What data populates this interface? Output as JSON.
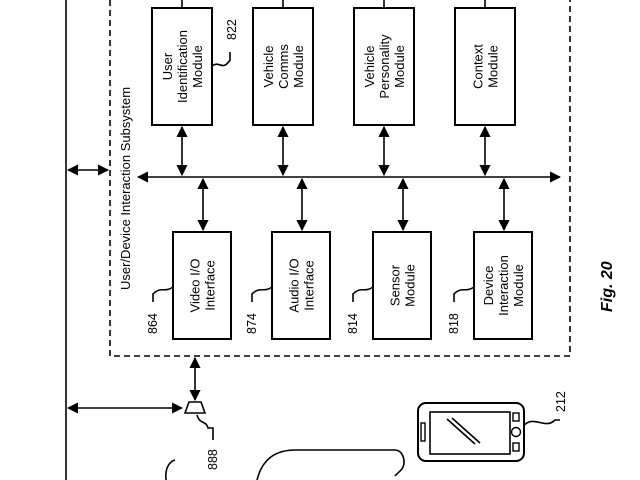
{
  "figure_label": "Fig. 20",
  "subsystem": {
    "title": "User/Device Interaction Subsystem"
  },
  "top_modules": [
    {
      "lines": [
        "User",
        "Identification",
        "Module"
      ],
      "ref": "822"
    },
    {
      "lines": [
        "Vehicle",
        "Comms",
        "Module"
      ],
      "ref": ""
    },
    {
      "lines": [
        "Vehicle",
        "Personality",
        "Module"
      ],
      "ref": ""
    },
    {
      "lines": [
        "Context",
        "Module"
      ],
      "ref": ""
    }
  ],
  "bottom_modules": [
    {
      "lines": [
        "Video I/O",
        "Interface"
      ],
      "ref": "864"
    },
    {
      "lines": [
        "Audio I/O",
        "Interface"
      ],
      "ref": "874"
    },
    {
      "lines": [
        "Sensor",
        "Module"
      ],
      "ref": "814"
    },
    {
      "lines": [
        "Device",
        "Interaction",
        "Module"
      ],
      "ref": "818"
    }
  ],
  "connector": {
    "ref": "888"
  },
  "device": {
    "ref": "212"
  }
}
